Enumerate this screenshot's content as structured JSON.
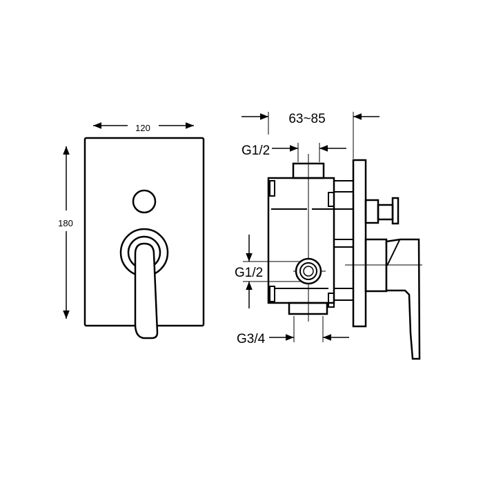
{
  "front_view": {
    "width_label": "120",
    "height_label": "180"
  },
  "side_view": {
    "depth_label": "63~85",
    "top_inlet_label": "G1/2",
    "side_inlet_label": "G1/2",
    "bottom_outlet_label": "G3/4"
  }
}
